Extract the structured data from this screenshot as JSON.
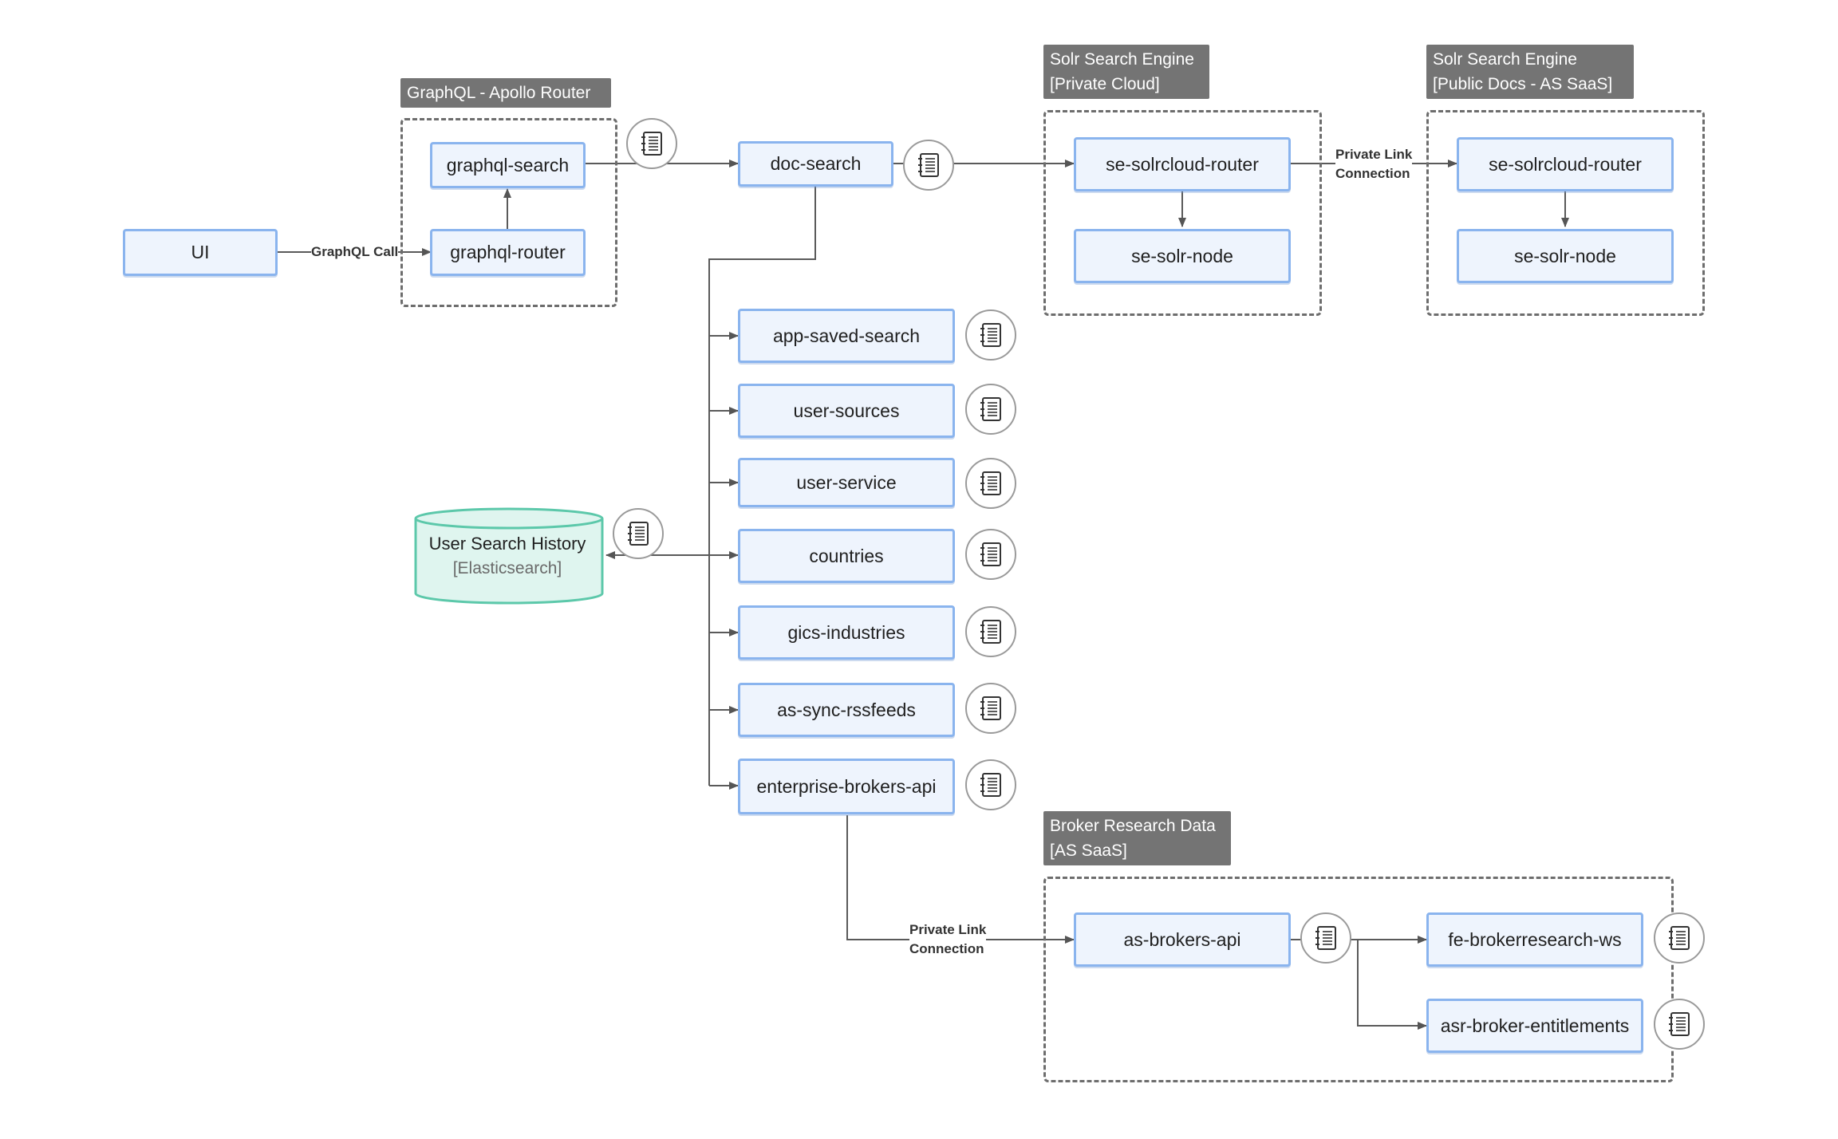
{
  "nodes": {
    "ui": "UI",
    "graphql_search": "graphql-search",
    "graphql_router": "graphql-router",
    "doc_search": "doc-search",
    "se_router_private": "se-solrcloud-router",
    "se_node_private": "se-solr-node",
    "se_router_public": "se-solrcloud-router",
    "se_node_public": "se-solr-node",
    "app_saved_search": "app-saved-search",
    "user_sources": "user-sources",
    "user_service": "user-service",
    "countries": "countries",
    "gics_industries": "gics-industries",
    "as_sync_rssfeeds": "as-sync-rssfeeds",
    "enterprise_brokers_api": "enterprise-brokers-api",
    "as_brokers_api": "as-brokers-api",
    "fe_brokerresearch_ws": "fe-brokerresearch-ws",
    "asr_broker_entitlements": "asr-broker-entitlements"
  },
  "database": {
    "name": "User Search History",
    "technology": "[Elasticsearch]",
    "color": "#5cc8aa"
  },
  "boundaries": {
    "graphql": {
      "line1": "GraphQL - Apollo Router"
    },
    "solr_private": {
      "line1": "Solr Search Engine",
      "line2": "[Private Cloud]"
    },
    "solr_public": {
      "line1": "Solr Search Engine",
      "line2": "[Public Docs - AS SaaS]"
    },
    "broker": {
      "line1": "Broker Research Data",
      "line2": "[AS SaaS]"
    }
  },
  "edge_labels": {
    "graphql_call": "GraphQL Call",
    "private_link_1": {
      "line1": "Private Link",
      "line2": "Connection"
    },
    "private_link_2": {
      "line1": "Private Link",
      "line2": "Connection"
    }
  },
  "icons": {
    "log": "log-notebook-icon"
  },
  "colors": {
    "node_fill": "#eef4fd",
    "node_border": "#8ab4ee",
    "boundary_label_bg": "#747474",
    "arrow": "#555555"
  }
}
